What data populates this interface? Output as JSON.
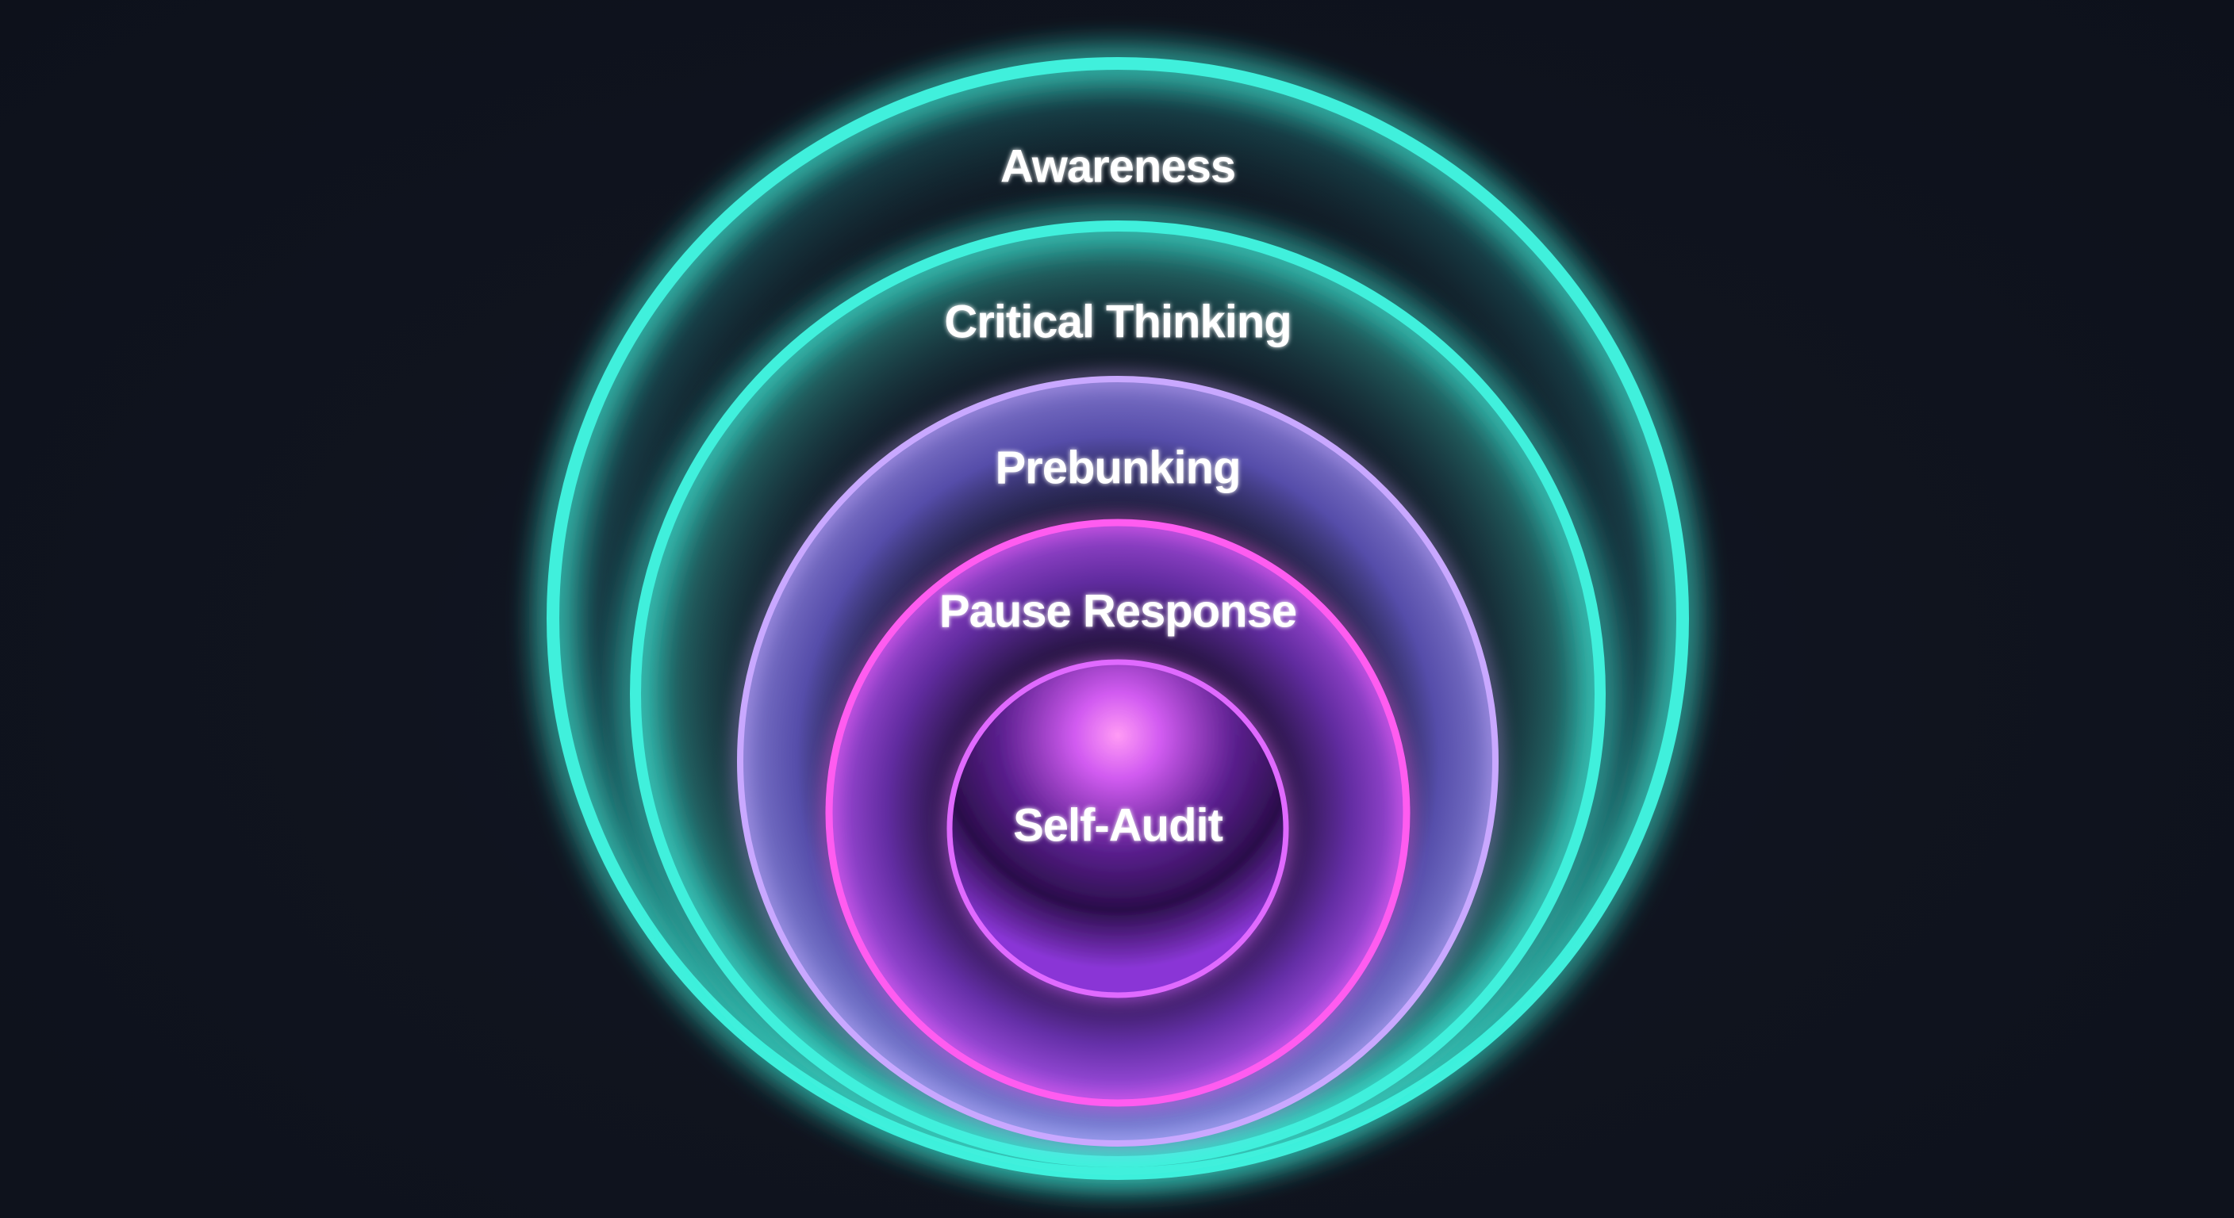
{
  "diagram": {
    "layers": [
      {
        "label": "Awareness",
        "color": "#3ff0dc"
      },
      {
        "label": "Critical Thinking",
        "color": "#3ff0dc"
      },
      {
        "label": "Prebunking",
        "color": "#c9a8ff"
      },
      {
        "label": "Pause Response",
        "color": "#ff5cf0"
      },
      {
        "label": "Self-Audit",
        "color": "#e06bff"
      }
    ]
  }
}
